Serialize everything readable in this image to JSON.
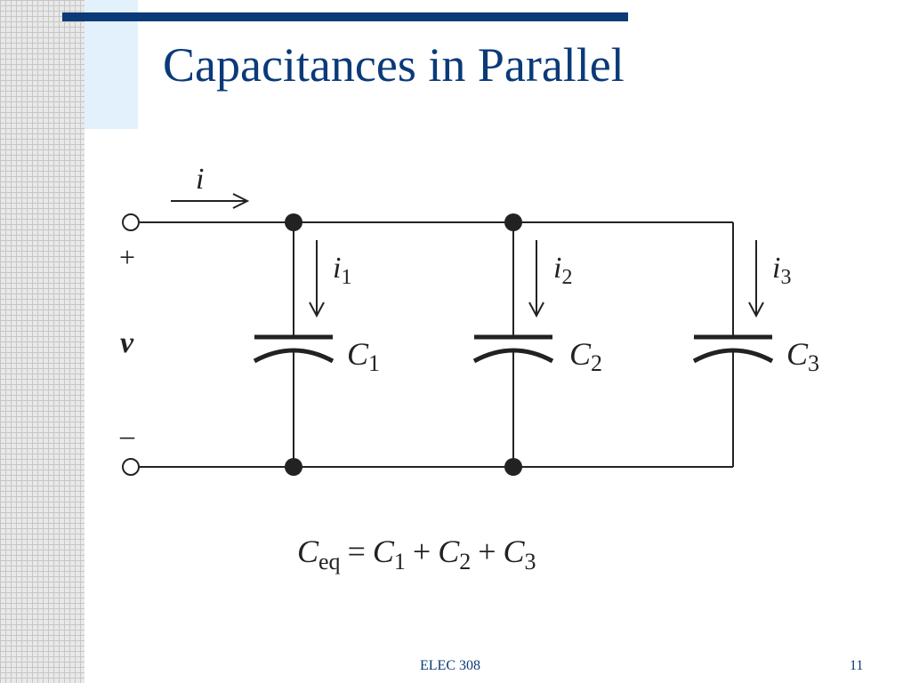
{
  "slide": {
    "title": "Capacitances in Parallel",
    "footer_course": "ELEC 308",
    "page_number": "11"
  },
  "circuit": {
    "source_current": "i",
    "plus_sign": "+",
    "minus_sign": "–",
    "voltage": "v",
    "branches": [
      {
        "current_symbol": "i",
        "current_sub": "1",
        "cap_symbol": "C",
        "cap_sub": "1"
      },
      {
        "current_symbol": "i",
        "current_sub": "2",
        "cap_symbol": "C",
        "cap_sub": "2"
      },
      {
        "current_symbol": "i",
        "current_sub": "3",
        "cap_symbol": "C",
        "cap_sub": "3"
      }
    ]
  },
  "equation": {
    "lhs_symbol": "C",
    "lhs_sub": "eq",
    "equals": "=",
    "t1_symbol": "C",
    "t1_sub": "1",
    "plus1": "+",
    "t2_symbol": "C",
    "t2_sub": "2",
    "plus2": "+",
    "t3_symbol": "C",
    "t3_sub": "3"
  },
  "colors": {
    "title": "#0a3a78",
    "bar": "#0a3a78",
    "wire": "#222222"
  }
}
